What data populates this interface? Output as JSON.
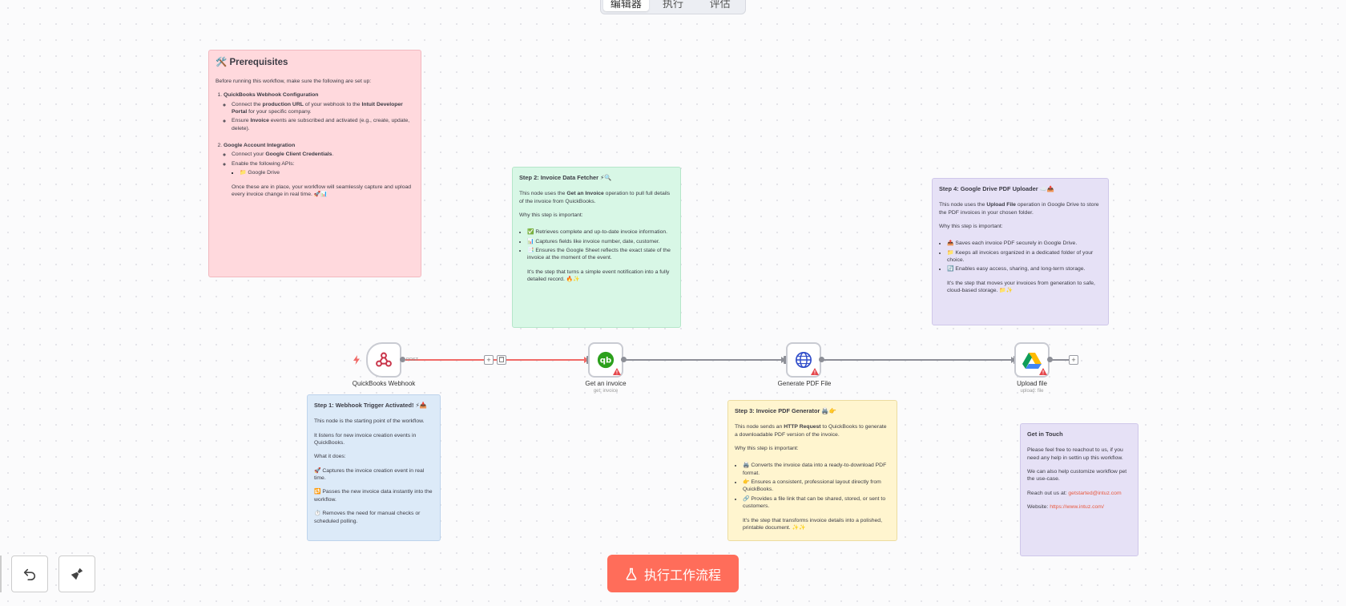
{
  "tabs": [
    "编辑器",
    "执行",
    "评估"
  ],
  "prereq": {
    "title": "🛠️ Prerequisites",
    "intro": "Before running this workflow, make sure the following are set up:",
    "s1_title": "QuickBooks Webhook Configuration",
    "s1_a_pre": "Connect the ",
    "s1_a_b1": "production URL",
    "s1_a_mid": " of your webhook to the ",
    "s1_a_b2": "Intuit Developer Portal",
    "s1_a_post": " for your specific company.",
    "s1_b_pre": "Ensure ",
    "s1_b_b": "Invoice",
    "s1_b_post": " events are subscribed and activated (e.g., create, update, delete).",
    "s2_title": "Google Account Integration",
    "s2_a_pre": "Connect your ",
    "s2_a_b": "Google Client Credentials",
    "s2_a_post": ".",
    "s2_b": "Enable the following APIs:",
    "s2_c": "📁 Google Drive",
    "outro": "Once these are in place, your workflow will seamlessly capture and upload every invoice change in real time. 🚀📊"
  },
  "step2": {
    "title": "Step 2: Invoice Data Fetcher ⚡🔍",
    "p1_pre": "This node uses the ",
    "p1_b": "Get an Invoice",
    "p1_post": " operation to pull full details of the invoice from QuickBooks.",
    "why": "Why this step is important:",
    "b1": "✅ Retrieves complete and up-to-date invoice information.",
    "b2": "📊 Captures fields like invoice number, date, customer.",
    "b3": "📑 Ensures the Google Sheet reflects the exact state of the invoice at the moment of the event.",
    "outro": "It's the step that turns a simple event notification into a fully detailed record. 🔥✨"
  },
  "step4": {
    "title": "Step 4: Google Drive PDF Uploader ☁️📤",
    "p1_pre": "This node uses the ",
    "p1_b": "Upload File",
    "p1_post": " operation in Google Drive to store the PDF invoices in your chosen folder.",
    "why": "Why this step is important:",
    "b1": "📤 Saves each invoice PDF securely in Google Drive.",
    "b2": "📁 Keeps all invoices organized in a dedicated folder of your choice.",
    "b3": "🔄 Enables easy access, sharing, and long-term storage.",
    "outro": "It's the step that moves your invoices from generation to safe, cloud-based storage. 📁✨"
  },
  "step1": {
    "title": "Step 1: Webhook Trigger Activated! ⚡📥",
    "p1": "This node is the starting point of the workflow.",
    "p2": "It listens for new invoice creation events in QuickBooks.",
    "p3": "What it does:",
    "p4": "🚀 Captures the invoice creation event in real time.",
    "p5": "🔁 Passes the new invoice data instantly into the workflow.",
    "p6": "⏱️ Removes the need for manual checks or scheduled polling."
  },
  "step3": {
    "title": "Step 3: Invoice PDF Generator 🖨️👉",
    "p1_pre": "This node sends an ",
    "p1_b": "HTTP Request",
    "p1_post": " to QuickBooks to generate a downloadable PDF version of the invoice.",
    "why": "Why this step is important:",
    "b1": "🖨️ Converts the invoice data into a ready-to-download PDF format.",
    "b2": "👉 Ensures a consistent, professional layout directly from QuickBooks.",
    "b3": "🔗 Provides a file link that can be shared, stored, or sent to customers.",
    "outro": "It's the step that transforms invoice details into a polished, printable document. ✨✨"
  },
  "contact": {
    "title": "Get in Touch",
    "p1": "Please feel free to reachout to us, if you need any help in settin up this workflow.",
    "p2": "We can also help customize workflow pet the use-case.",
    "p3_pre": "Reach out us at: ",
    "p3_link": "getstarted@intuz.com",
    "p4_pre": "Website: ",
    "p4_link": "https://www.intuz.com/"
  },
  "nodes": {
    "webhook": {
      "label": "QuickBooks Webhook",
      "method": "POST"
    },
    "get_invoice": {
      "label": "Get an invoice",
      "sub": "get: invoice"
    },
    "pdf": {
      "label": "Generate PDF File"
    },
    "upload": {
      "label": "Upload file",
      "sub": "upload: file"
    }
  },
  "run_button": "执行工作流程",
  "colors": {
    "accent": "#ff6d5a",
    "edge_active": "#f06a67",
    "edge": "#8d8f97"
  }
}
